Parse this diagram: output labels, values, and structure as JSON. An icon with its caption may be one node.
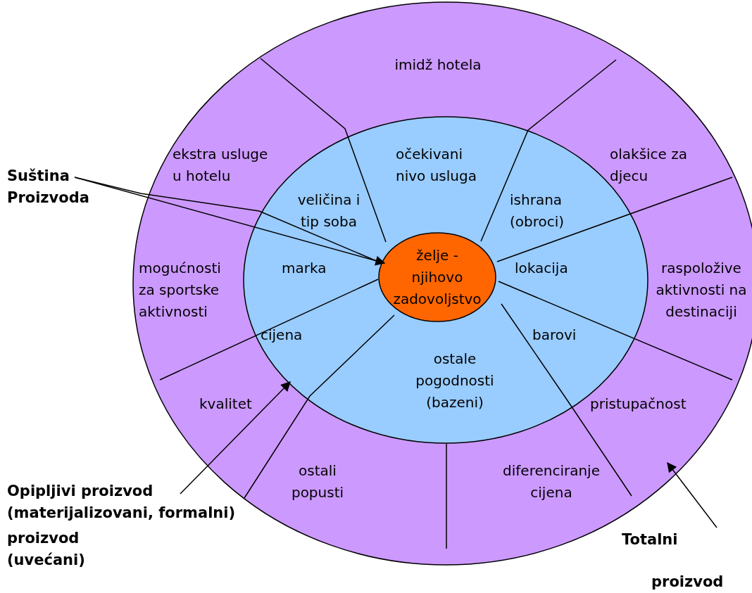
{
  "diagram": {
    "nodes": [
      {
        "text": [],
        "shape": "circle"
      },
      {
        "text": [],
        "shape": "circle",
        "in": 0
      },
      {
        "text": [
          "želje - njihovo zadovoljstvo"
        ],
        "in": 1
      },
      {
        "text": [
          "Suština Proizvoda"
        ]
      },
      {
        "text": [
          "Opipljivi proizvod (materijalizovani, formalni)"
        ]
      },
      {
        "text": [
          "Totalni",
          "proizvod"
        ]
      }
    ],
    "edges": [
      {
        "from": 3,
        "to": 2,
        "arrow": "to"
      },
      {
        "from": 3,
        "to": 2,
        "arrow": "none"
      },
      {
        "from": 4,
        "to": 1,
        "arrow": "to"
      },
      {
        "from": 5,
        "to": 0,
        "arrow": "to"
      }
    ],
    "labels": [
      "imidž hotela",
      "ekstra usluge u hotelu",
      "očekivani nivo usluga",
      "olakšice za djecu",
      "veličina i tip soba",
      "ishrana (obroci)",
      "marka",
      "lokacija",
      "mogućnosti za sportske aktivnosti",
      "raspoložive aktivnosti na destinaciji",
      "cijena",
      "barovi",
      "ostale pogodnosti (bazeni)",
      "kvalitet",
      "pristupačnost",
      "ostali popusti",
      "diferenciranje cijena",
      "proizvod (uvećani)"
    ]
  }
}
